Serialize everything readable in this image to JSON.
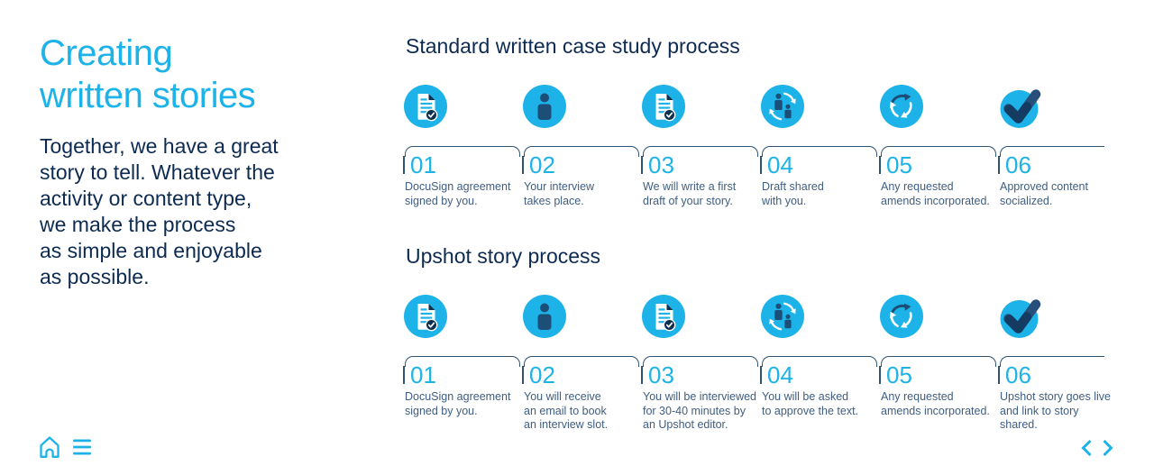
{
  "colors": {
    "accent_cyan": "#1db3e8",
    "navy": "#0d2b52",
    "step_text": "#3f5e82",
    "line": "#2e5375",
    "icon_navy": "#1d4e78",
    "icon_dark_navy": "#0e3050"
  },
  "left_panel": {
    "title_lines": [
      "Creating",
      "written stories"
    ],
    "intro_lines": [
      "Together, we have a great",
      "story to tell. Whatever the",
      "activity or content type,",
      "we make the process",
      "as simple and enjoyable",
      "as possible."
    ]
  },
  "timelines": [
    {
      "heading": "Standard written case study process",
      "steps": [
        {
          "number": "01",
          "icon": "document-check-icon",
          "label_lines": [
            "DocuSign agreement",
            "signed by you."
          ]
        },
        {
          "number": "02",
          "icon": "person-icon",
          "label_lines": [
            "Your interview",
            "takes place."
          ]
        },
        {
          "number": "03",
          "icon": "document-check-icon",
          "label_lines": [
            "We will write a first",
            "draft of your story."
          ]
        },
        {
          "number": "04",
          "icon": "people-sync-icon",
          "label_lines": [
            "Draft shared",
            "with you."
          ]
        },
        {
          "number": "05",
          "icon": "refresh-cycle-icon",
          "label_lines": [
            "Any requested",
            "amends incorporated."
          ]
        },
        {
          "number": "06",
          "icon": "check-large-icon",
          "label_lines": [
            "Approved content",
            "socialized."
          ]
        }
      ]
    },
    {
      "heading": "Upshot story process",
      "steps": [
        {
          "number": "01",
          "icon": "document-check-icon",
          "label_lines": [
            "DocuSign agreement",
            "signed by you."
          ]
        },
        {
          "number": "02",
          "icon": "person-icon",
          "label_lines": [
            "You will receive",
            "an email to book",
            "an interview slot."
          ]
        },
        {
          "number": "03",
          "icon": "document-check-icon",
          "label_lines": [
            "You will be interviewed",
            "for 30-40 minutes by",
            "an Upshot editor."
          ]
        },
        {
          "number": "04",
          "icon": "people-sync-icon",
          "label_lines": [
            "You will be asked",
            "to approve the text."
          ]
        },
        {
          "number": "05",
          "icon": "refresh-cycle-icon",
          "label_lines": [
            "Any requested",
            "amends incorporated."
          ]
        },
        {
          "number": "06",
          "icon": "check-large-icon",
          "label_lines": [
            "Upshot story goes live",
            "and link to story shared."
          ]
        }
      ]
    }
  ],
  "footer": {
    "home_icon": "home",
    "menu_icon": "menu",
    "prev_icon": "chevron-left",
    "next_icon": "chevron-right"
  }
}
